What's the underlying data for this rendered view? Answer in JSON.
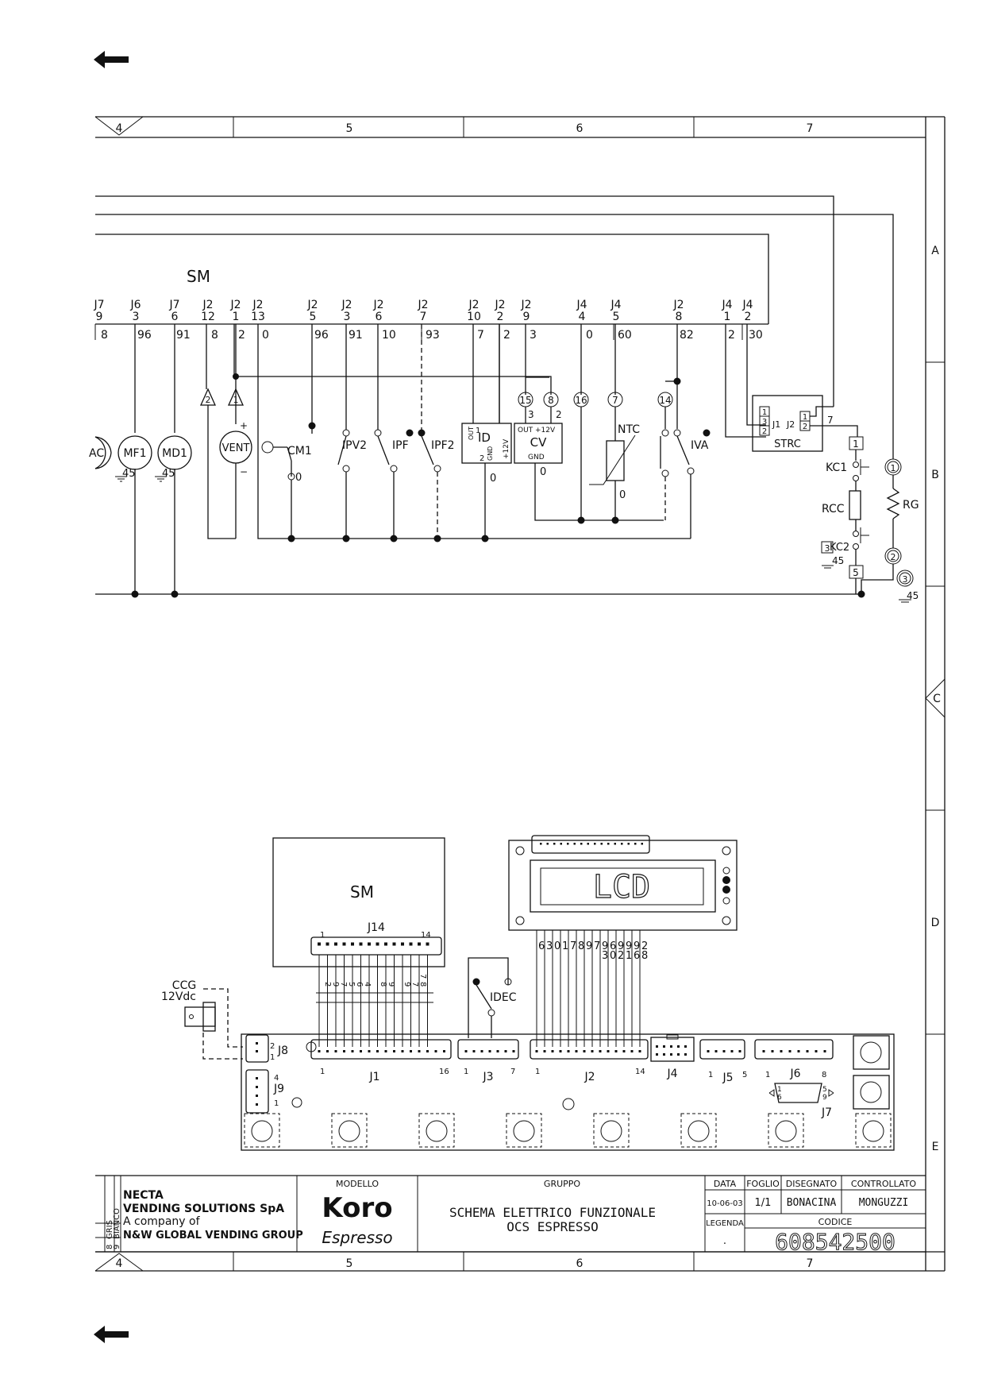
{
  "nav": {
    "prev_page_top": "arrow-left-icon",
    "prev_page_bottom": "arrow-left-icon"
  },
  "frame": {
    "columns": [
      "4",
      "5",
      "6",
      "7"
    ],
    "rows": [
      "A",
      "B",
      "C",
      "D",
      "E"
    ]
  },
  "schematic": {
    "board_label": "SM",
    "connectors": [
      {
        "pin_header": "J7",
        "pin": "9",
        "wire": "8"
      },
      {
        "pin_header": "J6",
        "pin": "3",
        "wire": "96"
      },
      {
        "pin_header": "J7",
        "pin": "6",
        "wire": "91"
      },
      {
        "pin_header": "J2",
        "pin": "12",
        "wire": "8"
      },
      {
        "pin_header": "J2",
        "pin": "1",
        "wire": "2"
      },
      {
        "pin_header": "J2",
        "pin": "13",
        "wire": "0"
      },
      {
        "pin_header": "J2",
        "pin": "5",
        "wire": "96"
      },
      {
        "pin_header": "J2",
        "pin": "3",
        "wire": "91"
      },
      {
        "pin_header": "J2",
        "pin": "6",
        "wire": "10"
      },
      {
        "pin_header": "J2",
        "pin": "7",
        "wire": "93"
      },
      {
        "pin_header": "J2",
        "pin": "10",
        "wire": "7"
      },
      {
        "pin_header": "J2",
        "pin": "2",
        "wire": "2"
      },
      {
        "pin_header": "J2",
        "pin": "9",
        "wire": "3"
      },
      {
        "pin_header": "J4",
        "pin": "4",
        "wire": "0"
      },
      {
        "pin_header": "J4",
        "pin": "5",
        "wire": "60"
      },
      {
        "pin_header": "J2",
        "pin": "8",
        "wire": "82"
      },
      {
        "pin_header": "J4",
        "pin": "1",
        "wire": "2"
      },
      {
        "pin_header": "J4",
        "pin": "2",
        "wire": "30"
      }
    ],
    "components": {
      "ac": "AC",
      "mf1": "MF1",
      "md1": "MD1",
      "vent": "VENT",
      "vent_plus": "+",
      "vent_minus": "−",
      "cm1": "CM1",
      "ipv2": "IPV2",
      "ipf": "IPF",
      "ipf2": "IPF2",
      "id": "ID",
      "cv": "CV",
      "ntc": "NTC",
      "iva": "IVA",
      "strc": "STRC",
      "kc1": "KC1",
      "kc2": "KC2",
      "rcc": "RCC",
      "rg": "RG"
    },
    "id_pins": {
      "out": "OUT",
      "out_pin": "1",
      "gnd": "GND",
      "gnd_pin": "2",
      "supply": "+12V"
    },
    "cv_pins": {
      "out": "OUT",
      "supply": "+12V",
      "gnd": "GND",
      "pin_a": "3",
      "pin_b": "2"
    },
    "markers": {
      "tri_2": "2",
      "tri_1": "1",
      "c15": "15",
      "c8": "8",
      "c16": "16",
      "c7": "7",
      "c14": "14"
    },
    "strc_pins": {
      "j1": "J1",
      "j2": "J2",
      "p1": "1",
      "p3": "3",
      "p2": "2",
      "q1": "1",
      "q2": "2",
      "wire7": "7"
    },
    "right_nums": {
      "b1": "1",
      "b3": "3",
      "b5": "5",
      "c1": "1",
      "c2": "2",
      "c3": "3"
    },
    "ground_labels": [
      "45",
      "45",
      "45",
      "45"
    ],
    "wire_zero": "0"
  },
  "pcb": {
    "sm_label": "SM",
    "j14": {
      "name": "J14",
      "first": "1",
      "last": "14"
    },
    "j14_wires": [
      "2",
      "9",
      "7",
      "5",
      "6",
      "4",
      "8",
      "9",
      "9",
      "7"
    ],
    "j14_wires_right": [
      "7",
      "8"
    ],
    "lcd": "LCD",
    "lcd_wires": [
      "6",
      "3",
      "0",
      "1",
      "7",
      "8",
      "9",
      "7",
      "9",
      "6",
      "9",
      "9",
      "9",
      "2"
    ],
    "lcd_wires_2": [
      "3",
      "0",
      "2",
      "1",
      "6",
      "8"
    ],
    "ccg": "CCG",
    "ccg_volt": "12Vdc",
    "idec": "IDEC",
    "j8": "J8",
    "j8_pin2": "2",
    "j8_pin1": "1",
    "j9": "J9",
    "j9_pin4": "4",
    "j9_pin1": "1",
    "j1": {
      "name": "J1",
      "first": "1",
      "last": "16"
    },
    "j3": {
      "name": "J3",
      "first": "1",
      "last": "7"
    },
    "j2": {
      "name": "J2",
      "first": "1",
      "last": "14"
    },
    "j4": {
      "name": "J4"
    },
    "j5": {
      "name": "J5",
      "first": "1",
      "last": "5"
    },
    "j6": {
      "name": "J6",
      "first": "1",
      "last": "8"
    },
    "j7": {
      "name": "J7",
      "p1": "1",
      "p6": "6",
      "p5": "5",
      "p9": "9"
    }
  },
  "title_block": {
    "side_labels": [
      "8",
      "GRIS",
      "9",
      "BIANCO"
    ],
    "company": [
      "NECTA",
      "VENDING SOLUTIONS SpA",
      "A company of",
      "N&W GLOBAL VENDING GROUP"
    ],
    "modello_label": "MODELLO",
    "model_name": "Koro",
    "model_sub": "Espresso",
    "gruppo_label": "GRUPPO",
    "title_line1": "SCHEMA ELETTRICO FUNZIONALE",
    "title_line2": "OCS ESPRESSO",
    "data_label": "DATA",
    "data_value": "10-06-03",
    "foglio_label": "FOGLIO",
    "foglio_value": "1/1",
    "disegnato_label": "DISEGNATO",
    "disegnato_value": "BONACINA",
    "controllato_label": "CONTROLLATO",
    "controllato_value": "MONGUZZI",
    "legenda_label": "LEGENDA",
    "legenda_value": ".",
    "codice_label": "CODICE",
    "codice_value": "608542500"
  }
}
